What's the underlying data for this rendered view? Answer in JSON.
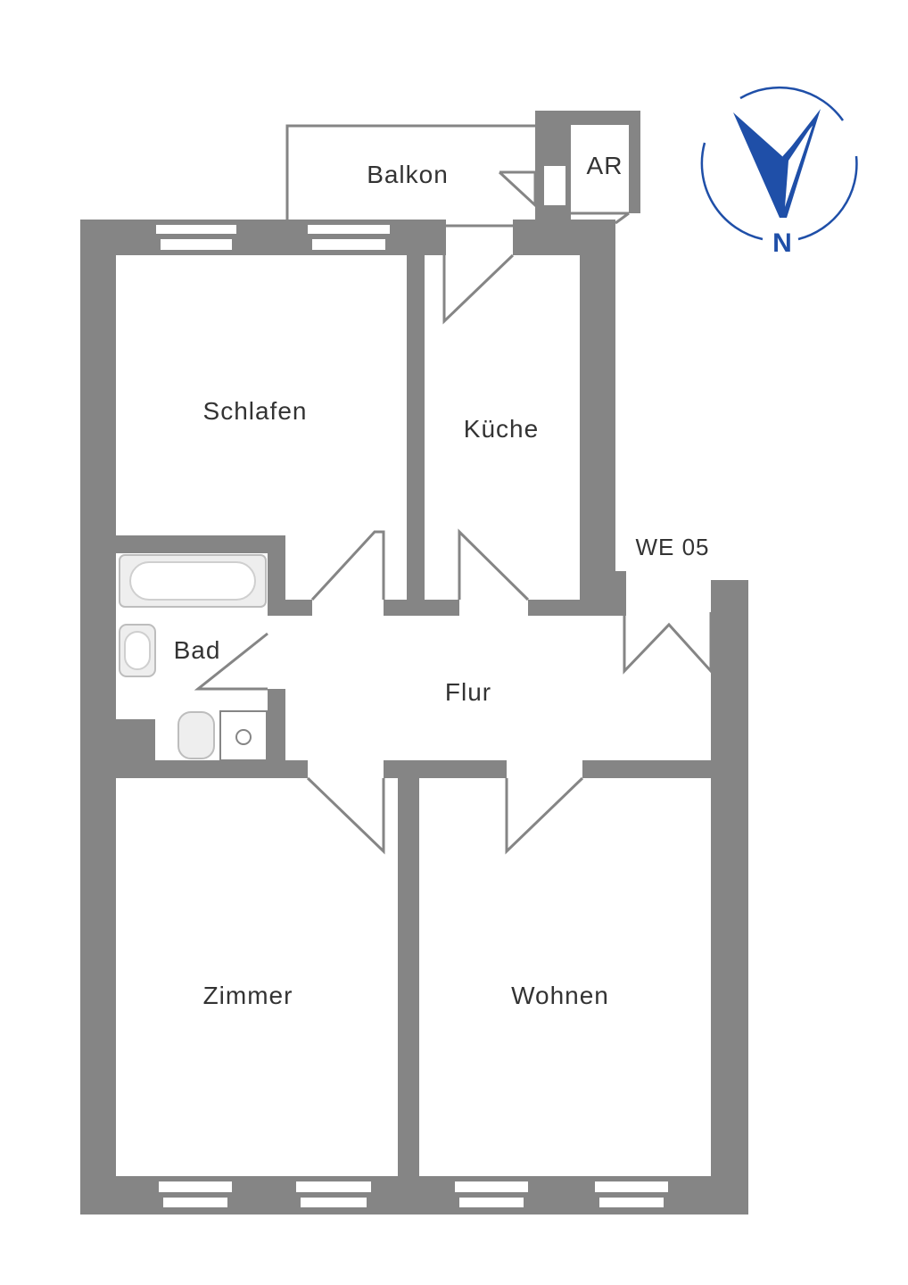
{
  "rooms": {
    "balkon": "Balkon",
    "ar": "AR",
    "schlafen": "Schlafen",
    "kueche": "Küche",
    "bad": "Bad",
    "flur": "Flur",
    "zimmer": "Zimmer",
    "wohnen": "Wohnen"
  },
  "unit_label": "WE 05",
  "compass": {
    "letter": "N",
    "color": "#1f4fa8"
  },
  "colors": {
    "wall": "#858585",
    "background": "#ffffff"
  }
}
